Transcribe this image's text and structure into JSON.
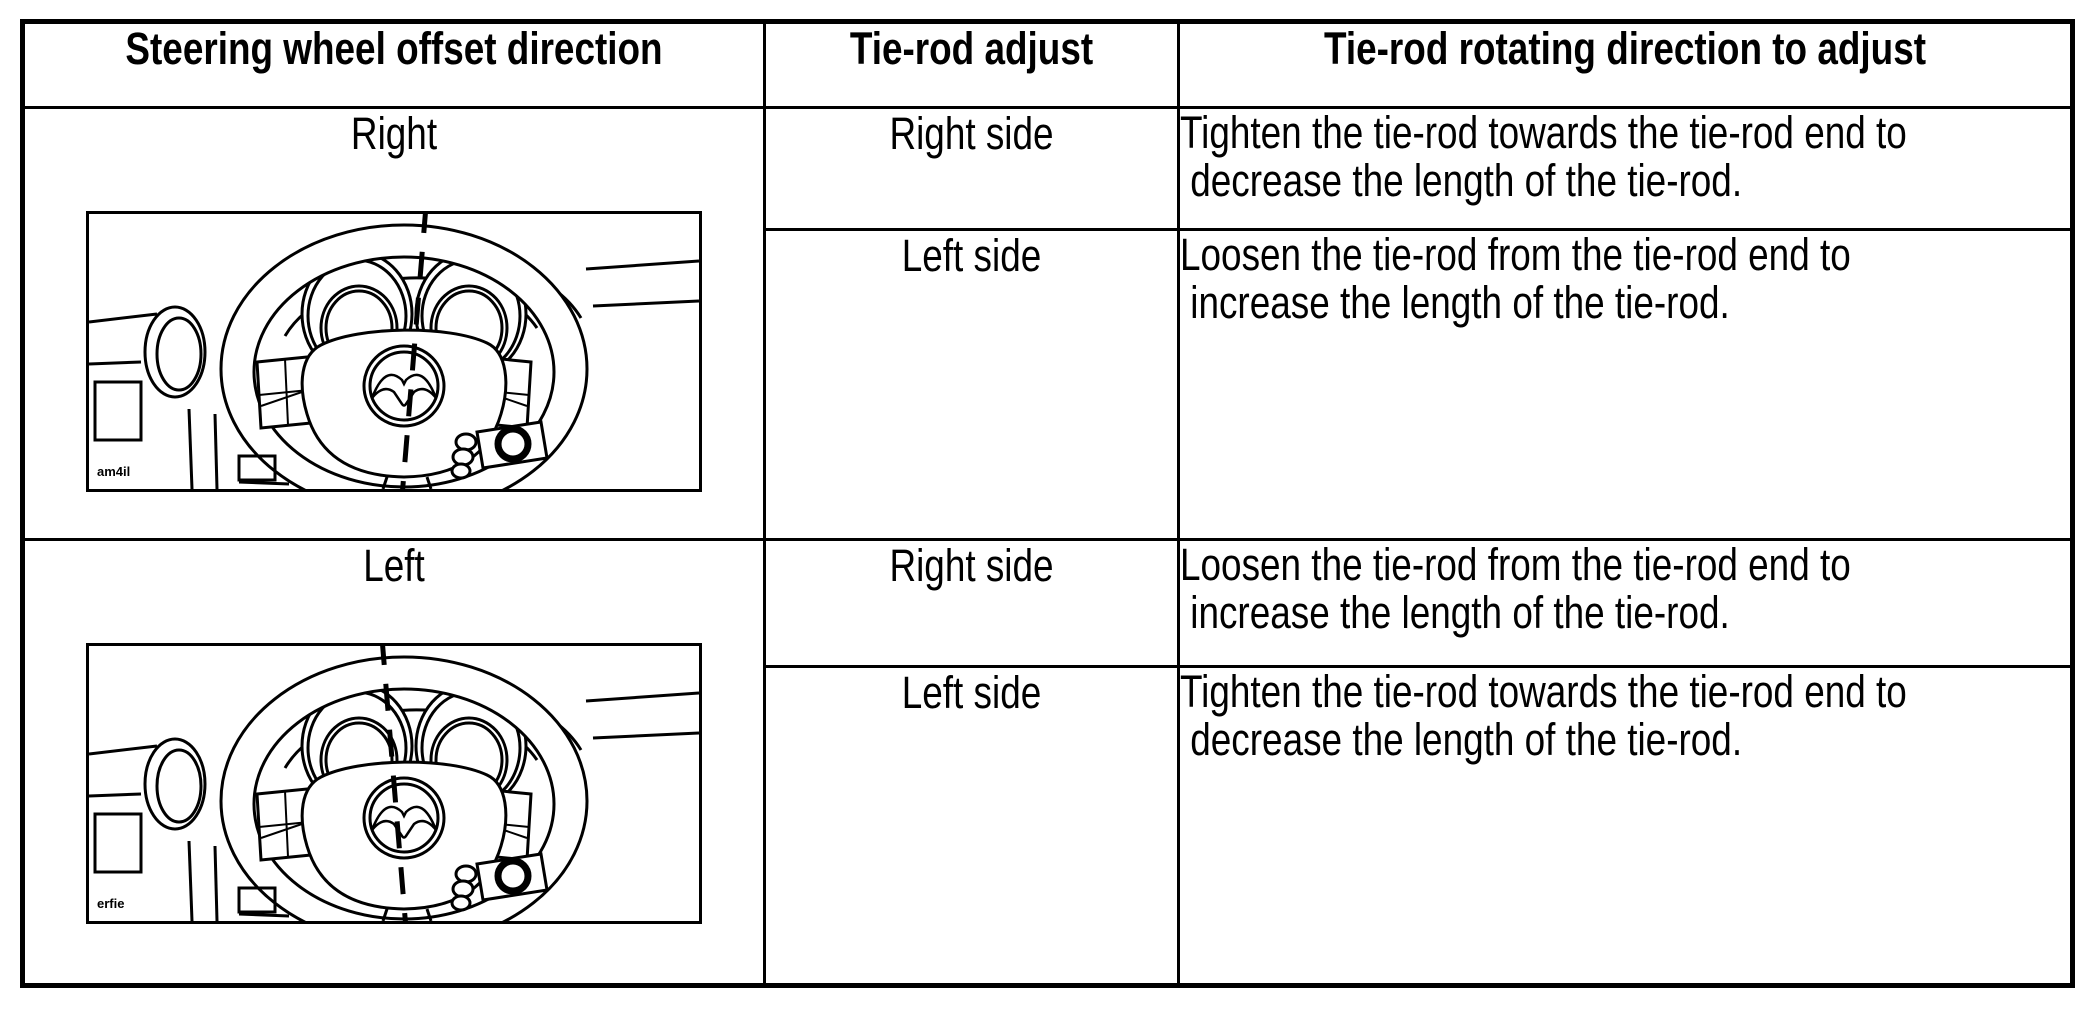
{
  "colors": {
    "line": "#000000",
    "background": "#ffffff",
    "text": "#000000"
  },
  "table": {
    "headers": [
      "Steering wheel offset direction",
      "Tie-rod adjust",
      "Tie-rod rotating direction to adjust"
    ],
    "groups": [
      {
        "offset_direction": "Right",
        "figure_code": "am4il",
        "figure": "steering-wheel-line-art-offset-right",
        "rows": [
          {
            "side": "Right side",
            "instruction": "Tighten the tie-rod towards the tie-rod end to\n decrease the length of the tie-rod."
          },
          {
            "side": "Left side",
            "instruction": "Loosen the tie-rod from the tie-rod end to\n increase the length of the tie-rod."
          }
        ]
      },
      {
        "offset_direction": "Left",
        "figure_code": "erfie",
        "figure": "steering-wheel-line-art-offset-left",
        "rows": [
          {
            "side": "Right side",
            "instruction": "Loosen the tie-rod from the tie-rod end to\n increase the length of the tie-rod."
          },
          {
            "side": "Left side",
            "instruction": "Tighten the tie-rod towards the tie-rod end to\n decrease the length of the tie-rod."
          }
        ]
      }
    ]
  }
}
